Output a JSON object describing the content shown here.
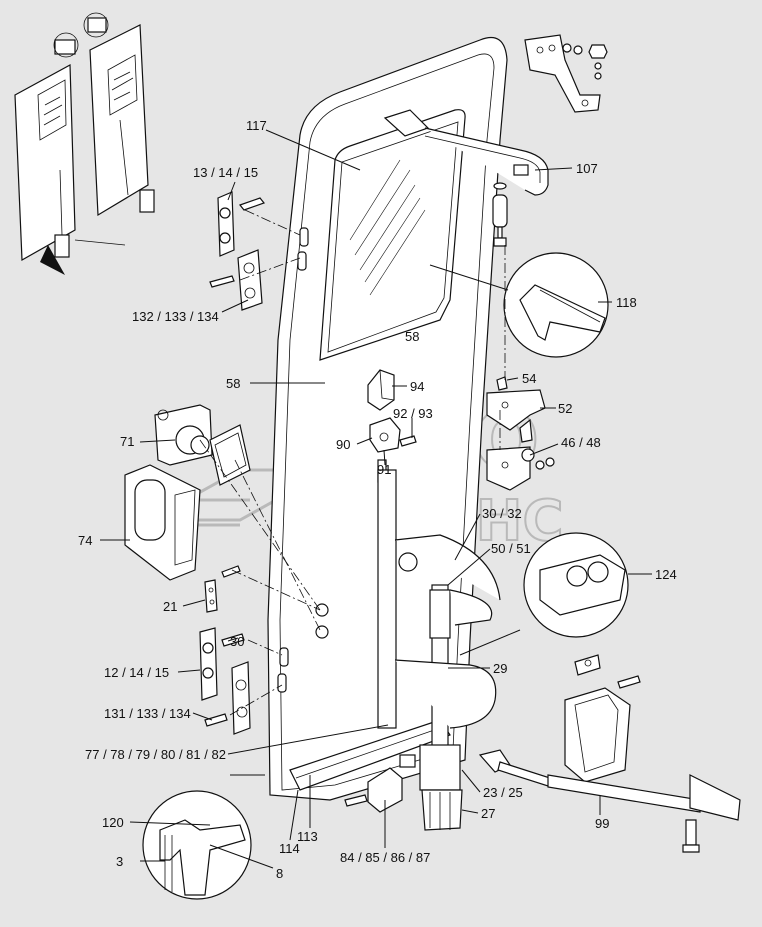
{
  "watermark": {
    "line1": "АВТО",
    "line2": "АЛЬЯНС"
  },
  "labels": {
    "l117": "117",
    "l13": "13 / 14 / 15",
    "l132": "132 / 133 / 134",
    "l107": "107",
    "l118": "118",
    "l58a": "58",
    "l58b": "58",
    "l94": "94",
    "l54": "54",
    "l52": "52",
    "l9293": "92 / 93",
    "l90": "90",
    "l91": "91",
    "l4648": "46 / 48",
    "l71": "71",
    "l74": "74",
    "l3032": "30 / 32",
    "l5051": "50 / 51",
    "l124": "124",
    "l21": "21",
    "l30": "30",
    "l121415": "12 / 14 / 15",
    "l131": "131 / 133 / 134",
    "l29": "29",
    "l77": "77 / 78 / 79 / 80 / 81 / 82",
    "l2325": "23 / 25",
    "l27": "27",
    "l99": "99",
    "l120": "120",
    "l3": "3",
    "l113": "113",
    "l114": "114",
    "l8": "8",
    "l84": "84 / 85 / 86 / 87"
  }
}
